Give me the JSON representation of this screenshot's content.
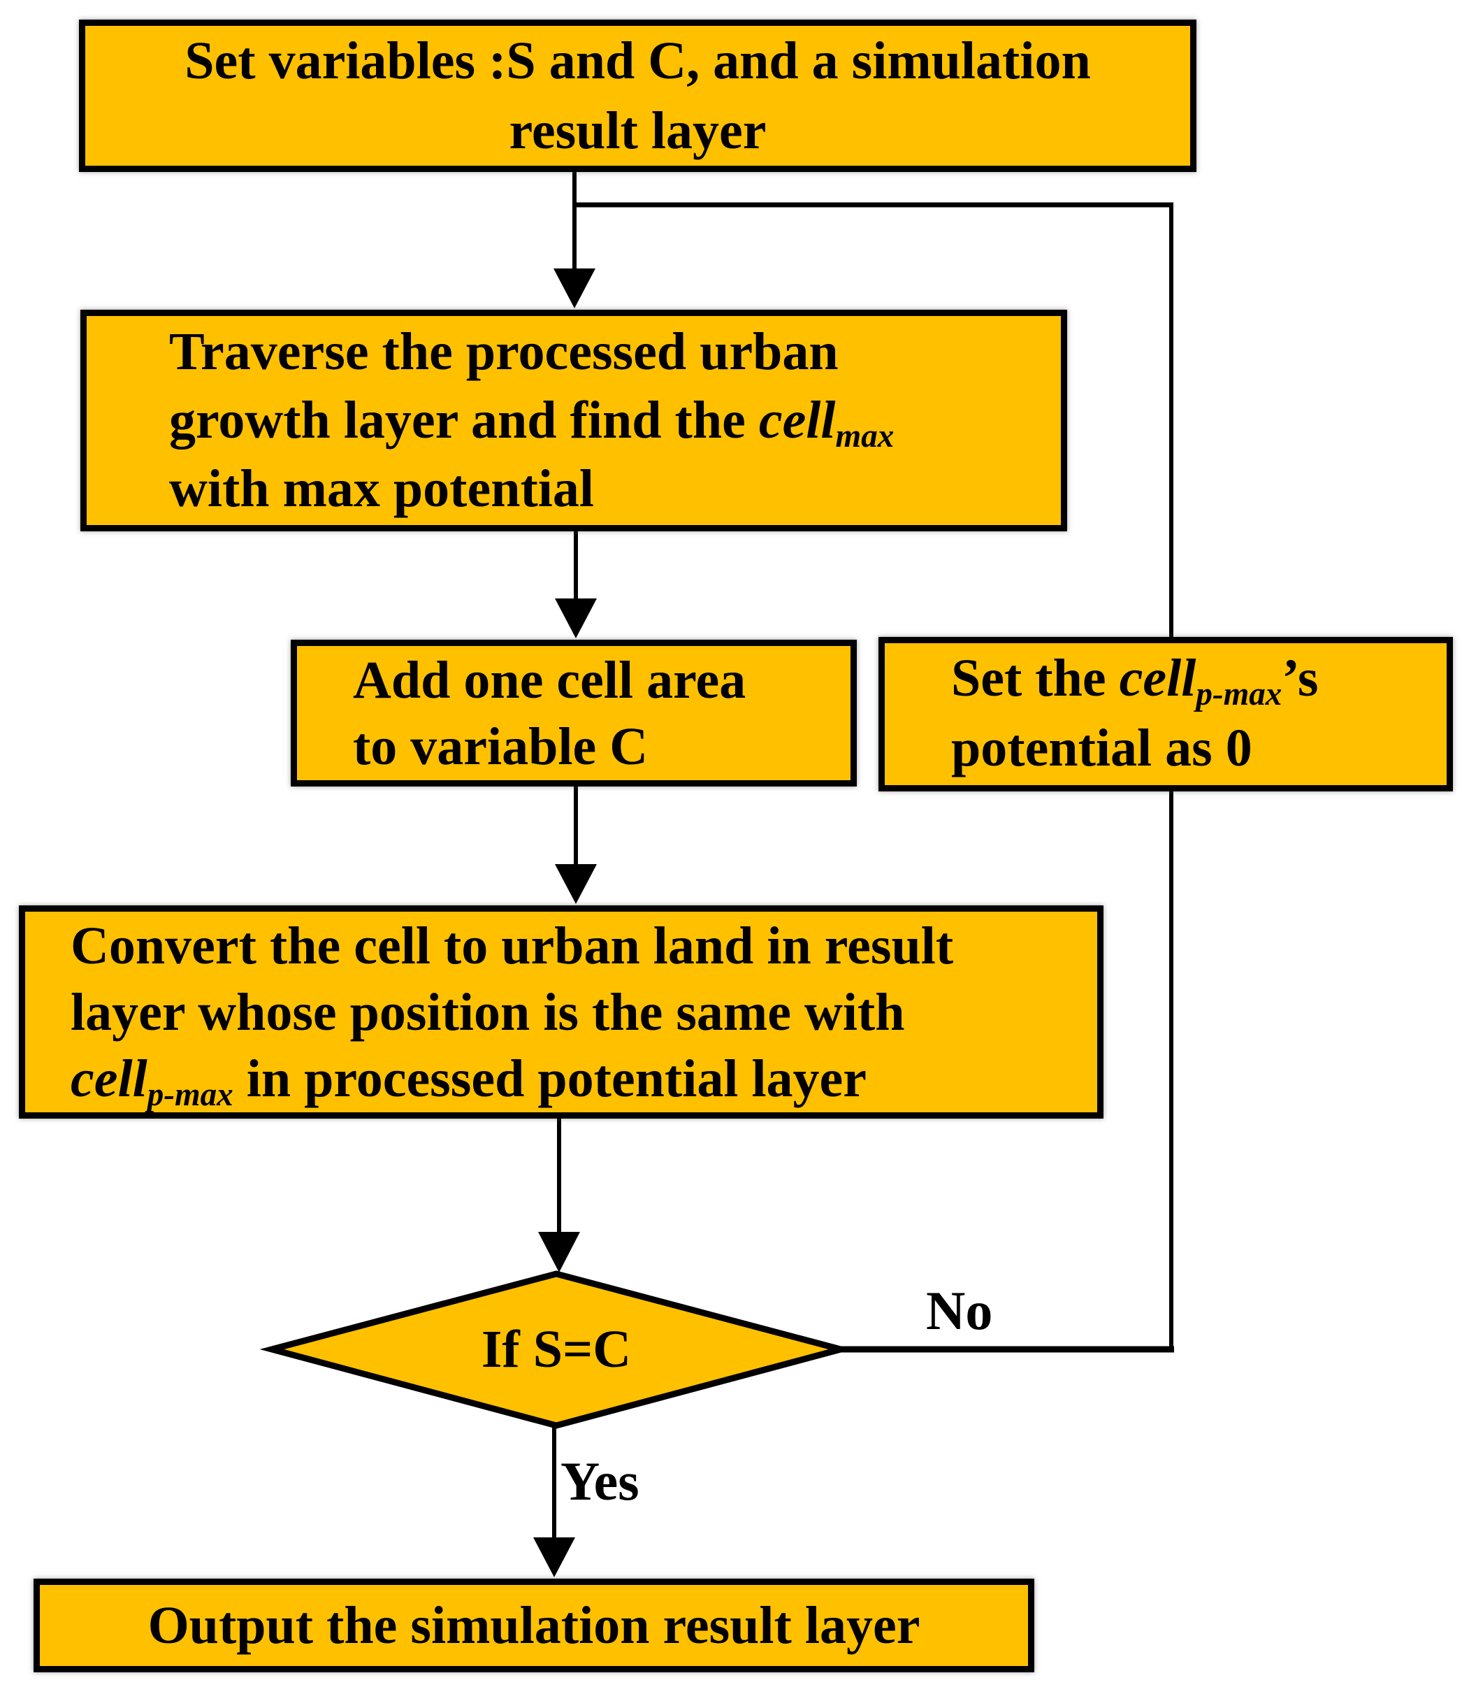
{
  "colors": {
    "node_fill": "#FFC000",
    "node_border": "#000000",
    "connector": "#000000",
    "background": "#FFFFFF"
  },
  "nodes": {
    "start": {
      "line1": "Set variables :S and C, and a simulation",
      "line2": "result layer"
    },
    "traverse": {
      "line1": "Traverse the processed urban",
      "line2_pre": "growth layer and find the ",
      "line2_var": "cell",
      "line2_sub": "max",
      "line3": "with max potential"
    },
    "add": {
      "line1": "Add one cell area",
      "line2": "to variable C"
    },
    "reset": {
      "line1_pre": "Set the ",
      "line1_var": "cell",
      "line1_sub": "p-max",
      "line1_post": "’s",
      "line2": "potential as 0"
    },
    "convert": {
      "line1": "Convert the cell to urban land in result",
      "line2": "layer whose position is the same with",
      "line3_var": "cell",
      "line3_sub": "p-max",
      "line3_post": " in processed potential layer"
    },
    "decision": {
      "label": "If S=C"
    },
    "output": {
      "label": "Output the simulation result layer"
    }
  },
  "edges": {
    "yes_label": "Yes",
    "no_label": "No"
  }
}
